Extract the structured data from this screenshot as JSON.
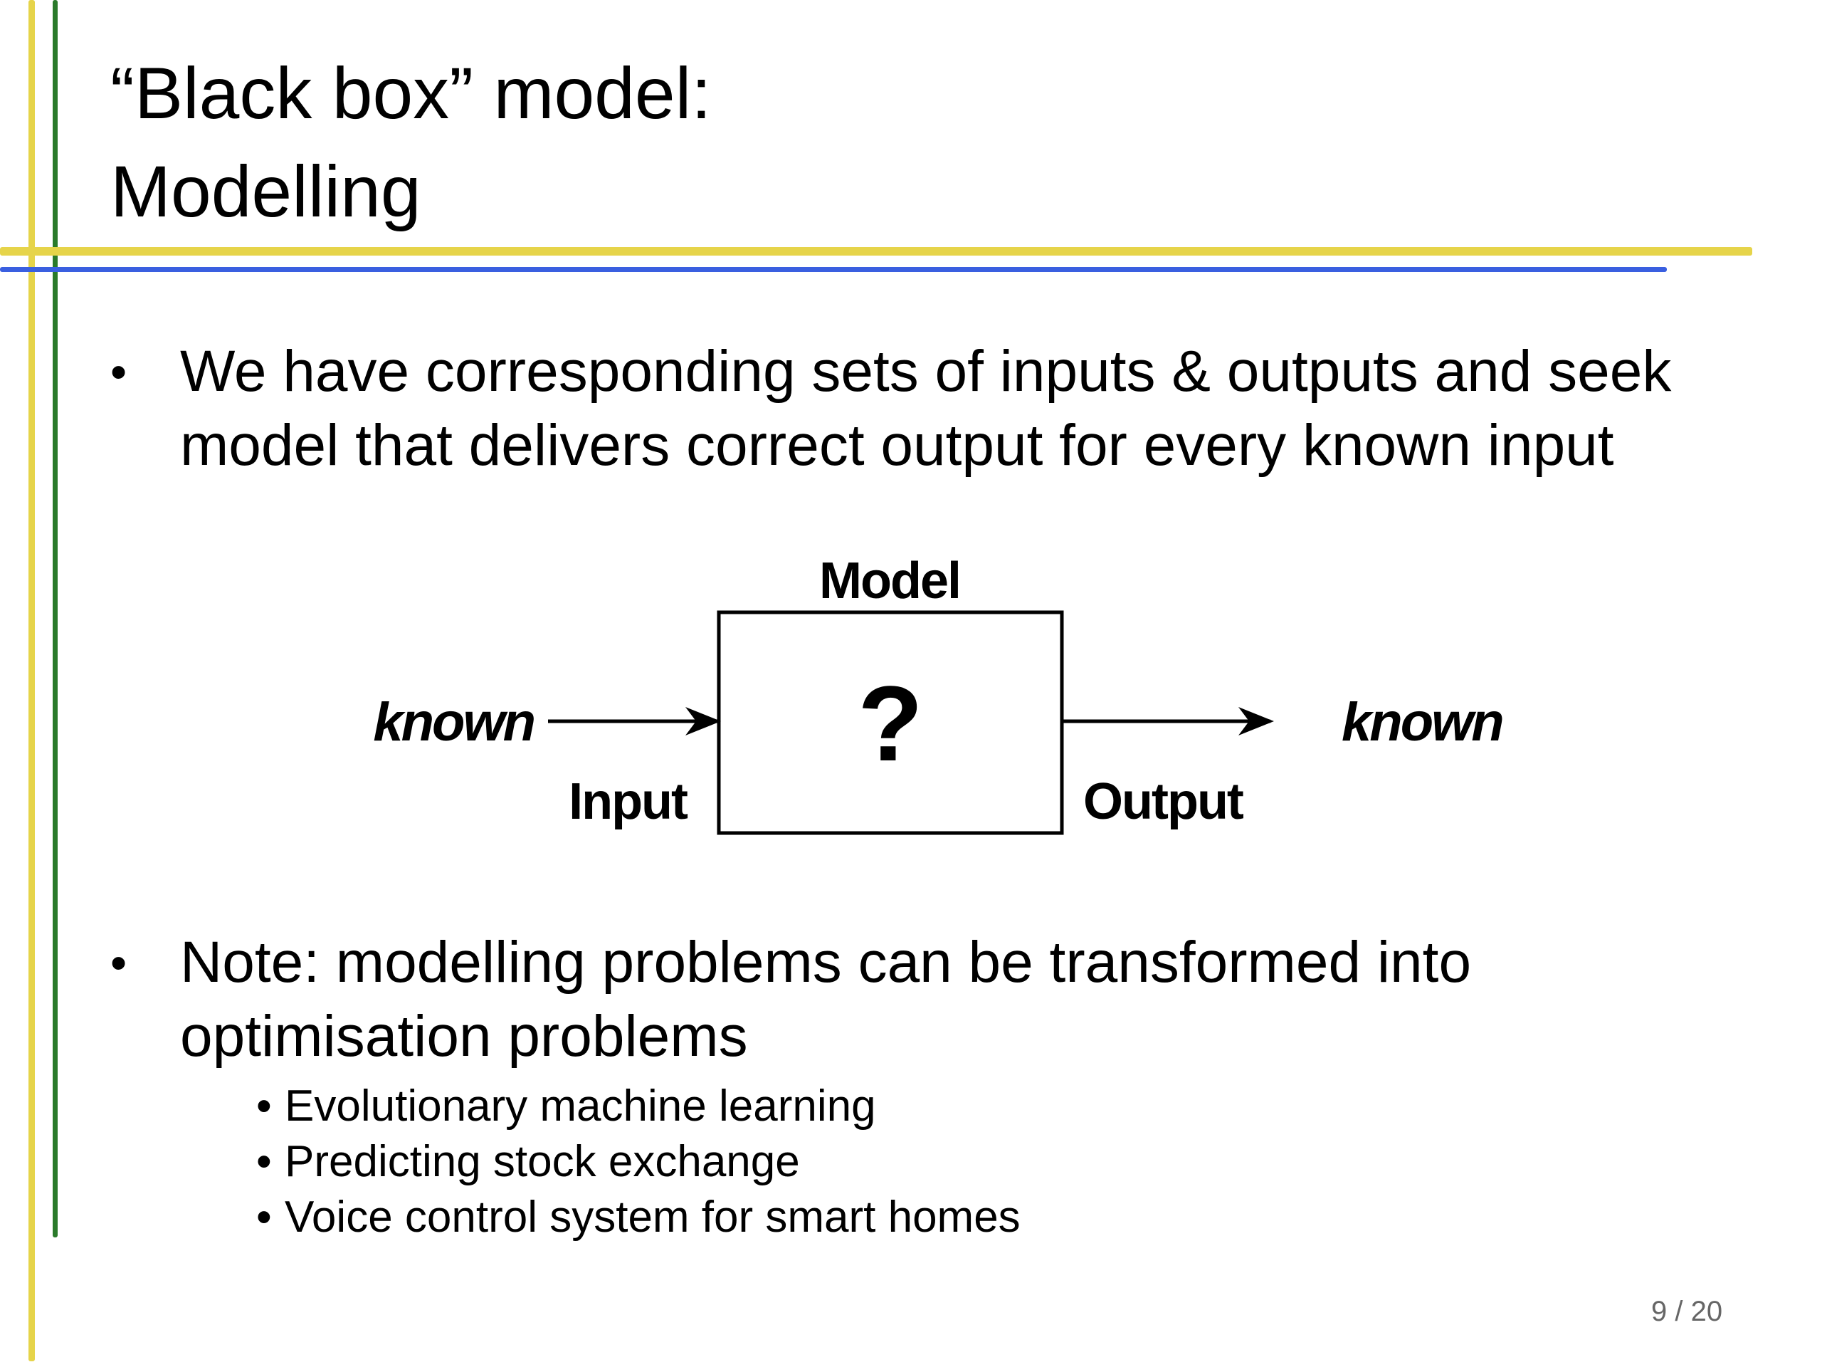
{
  "slide": {
    "title_line1": "“Black box” model:",
    "title_line2": "Modelling",
    "bullets": [
      {
        "symbol": "•",
        "text": "We have corresponding sets of inputs & outputs and seek model that delivers correct output for every known input"
      },
      {
        "symbol": "•",
        "text": "Note: modelling problems can be transformed into optimisation problems",
        "subitems": [
          "Evolutionary machine learning",
          "Predicting stock exchange",
          "Voice control system for smart homes"
        ]
      }
    ],
    "page_current": "9",
    "page_separator": "/ 20"
  },
  "diagram": {
    "box_label": "Model",
    "box_symbol": "?",
    "input_value": "known",
    "input_label": "Input",
    "output_value": "known",
    "output_label": "Output"
  },
  "colors": {
    "accent_yellow": "#e6d44a",
    "accent_green": "#2a7a2a",
    "accent_blue": "#3a5fe0"
  }
}
